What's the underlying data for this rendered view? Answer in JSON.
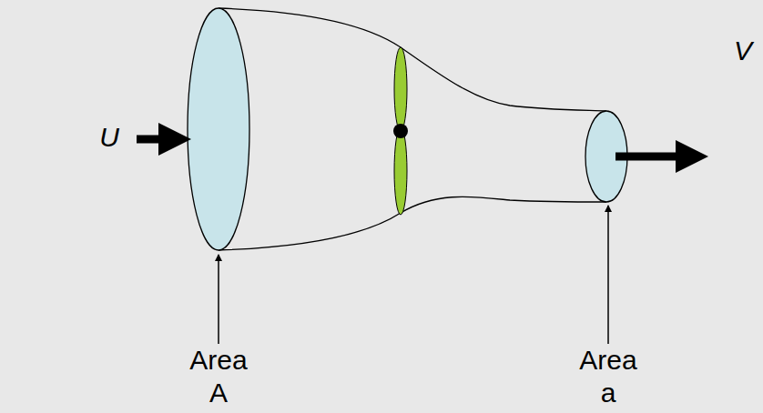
{
  "diagram": {
    "labels": [
      "U",
      "V",
      "Area A",
      "Area a"
    ]
  }
}
